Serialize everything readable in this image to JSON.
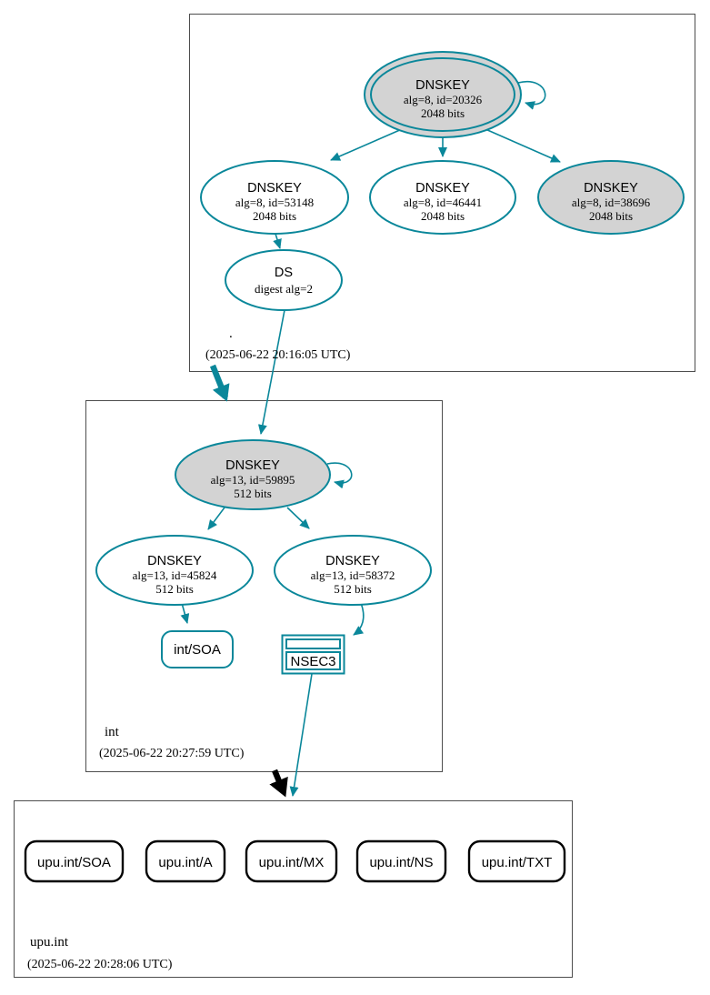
{
  "diagram_type": "dnssec-authentication-chain",
  "colors": {
    "secure": "#0a879a",
    "insecure_delegation": "#000000",
    "ksk_fill": "#d3d3d3",
    "node_fill": "#ffffff",
    "zone_box_border": "#4d4d4d",
    "text": "#000000"
  },
  "zones": {
    "root": {
      "label": ".",
      "timestamp": "(2025-06-22 20:16:05 UTC)",
      "nodes": {
        "ksk": {
          "title": "DNSKEY",
          "detail": "alg=8, id=20326",
          "bits": "2048 bits"
        },
        "zsk": {
          "title": "DNSKEY",
          "detail": "alg=8, id=53148",
          "bits": "2048 bits"
        },
        "key2": {
          "title": "DNSKEY",
          "detail": "alg=8, id=46441",
          "bits": "2048 bits"
        },
        "key3": {
          "title": "DNSKEY",
          "detail": "alg=8, id=38696",
          "bits": "2048 bits"
        },
        "ds": {
          "title": "DS",
          "detail": "digest alg=2"
        }
      }
    },
    "int": {
      "label": "int",
      "timestamp": "(2025-06-22 20:27:59 UTC)",
      "nodes": {
        "ksk": {
          "title": "DNSKEY",
          "detail": "alg=13, id=59895",
          "bits": "512 bits"
        },
        "zsk1": {
          "title": "DNSKEY",
          "detail": "alg=13, id=45824",
          "bits": "512 bits"
        },
        "zsk2": {
          "title": "DNSKEY",
          "detail": "alg=13, id=58372",
          "bits": "512 bits"
        },
        "soa": {
          "label": "int/SOA"
        },
        "nsec3": {
          "label": "NSEC3"
        }
      }
    },
    "upu_int": {
      "label": "upu.int",
      "timestamp": "(2025-06-22 20:28:06 UTC)",
      "rrsets": [
        {
          "label": "upu.int/SOA"
        },
        {
          "label": "upu.int/A"
        },
        {
          "label": "upu.int/MX"
        },
        {
          "label": "upu.int/NS"
        },
        {
          "label": "upu.int/TXT"
        }
      ]
    }
  }
}
